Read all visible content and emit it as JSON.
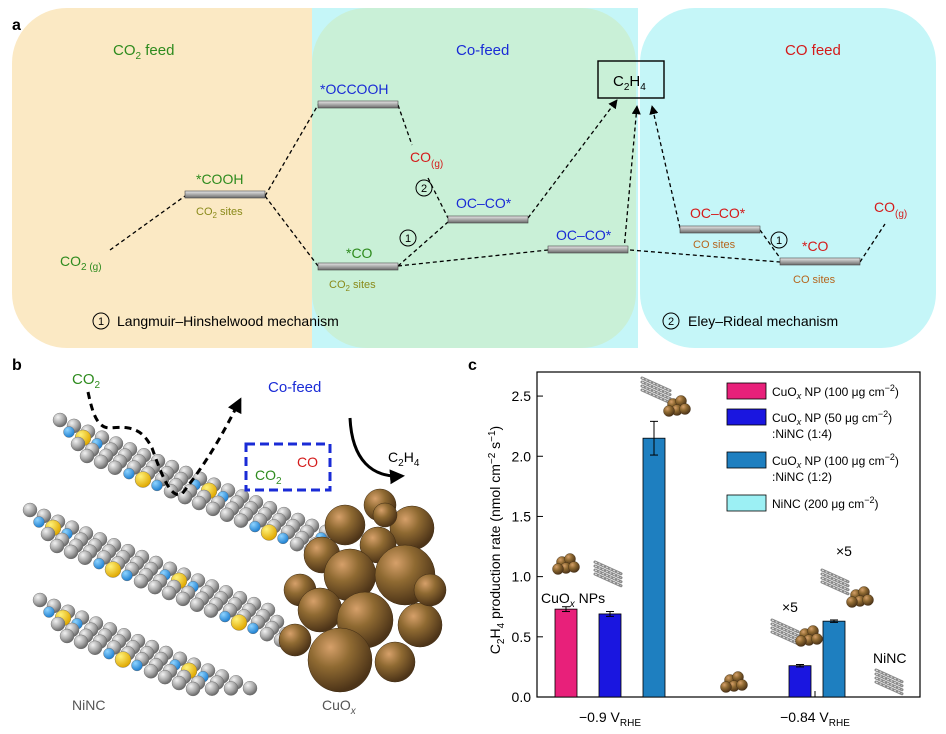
{
  "panel_a": {
    "label": "a",
    "regions": {
      "co2_feed": "CO",
      "co2_feed_sub": "2",
      "co2_feed_rest": " feed",
      "cofeed": "Co-feed",
      "co_feed": "CO feed"
    },
    "states": {
      "co2g_main": "CO",
      "co2g_sub": "2 (g)",
      "cooh": "*COOH",
      "cooh_sites_main": "CO",
      "cooh_sites_sub": "2",
      "cooh_sites_rest": " sites",
      "co_left": "*CO",
      "co_left_sites_main": "CO",
      "co_left_sites_sub": "2",
      "co_left_sites_rest": " sites",
      "occooh": "*OCCOOH",
      "cog_mid_main": "CO",
      "cog_mid_sub": "(g)",
      "oc_co_1": "OC–CO*",
      "oc_co_2": "OC–CO*",
      "c2h4_c": "C",
      "c2h4_2": "2",
      "c2h4_h": "H",
      "c2h4_4": "4",
      "oc_co_right": "OC–CO*",
      "oc_co_right_sites": "CO sites",
      "co_right": "*CO",
      "co_right_sites": "CO sites",
      "cog_right_main": "CO",
      "cog_right_sub": "(g)",
      "num1": "1",
      "num2": "2"
    },
    "mechanisms": {
      "lh_num": "1",
      "lh": "Langmuir–Hinshelwood mechanism",
      "er_num": "2",
      "er": "Eley–Rideal mechanism"
    },
    "colors": {
      "co2_region": "#fbe9c4",
      "cofeed_region": "#c9f0d7",
      "co_region": "#c5f6f8",
      "green": "#2e8b1e",
      "blue": "#1a2bd6",
      "red": "#d41b1b",
      "olive": "#8a8a1a",
      "brown": "#b5651d"
    }
  },
  "panel_b": {
    "label": "b",
    "co2_main": "CO",
    "co2_sub": "2",
    "cofeed": "Co-feed",
    "box_co2_main": "CO",
    "box_co2_sub": "2",
    "box_co": "CO",
    "c2h4_c": "C",
    "c2h4_2": "2",
    "c2h4_h": "H",
    "c2h4_4": "4",
    "ninc": "NiNC",
    "cuox_main": "CuO",
    "cuox_sub": "x"
  },
  "panel_c": {
    "label": "c",
    "cuox_nps_main": "CuO",
    "cuox_nps_sub": "x",
    "cuox_nps_rest": " NPs",
    "x5_a": "×5",
    "x5_b": "×5",
    "ninc_label": "NiNC",
    "legend": [
      {
        "pre": "CuO",
        "sub": "x",
        "post": " NP (100 μg cm",
        "sup": "−2",
        "end": ")",
        "line2": ""
      },
      {
        "pre": "CuO",
        "sub": "x",
        "post": " NP (50 μg cm",
        "sup": "−2",
        "end": ")",
        "line2": ":NiNC (1:4)"
      },
      {
        "pre": "CuO",
        "sub": "x",
        "post": " NP (100 μg cm",
        "sup": "−2",
        "end": ")",
        "line2": ":NiNC (1:2)"
      },
      {
        "pre": "NiNC (200 μg cm",
        "sub": "",
        "post": "",
        "sup": "−2",
        "end": ")",
        "line2": ""
      }
    ],
    "ylabel_parts": {
      "a": "C",
      "b": "2",
      "c": "H",
      "d": "4",
      "e": " production rate (nmol cm",
      "f": "−2",
      "g": " s",
      "h": "−1",
      "i": ")"
    },
    "xlabels": [
      {
        "main": "−0.9 V",
        "sub": "RHE"
      },
      {
        "main": "−0.84 V",
        "sub": "RHE"
      }
    ]
  },
  "chart_data": {
    "type": "bar",
    "categories": [
      "−0.9 VRHE",
      "−0.84 VRHE"
    ],
    "series": [
      {
        "name": "CuOx NP (100 μg cm−2)",
        "color": "#e8207a",
        "values": [
          0.73,
          null
        ],
        "errors": [
          0.02,
          0
        ]
      },
      {
        "name": "CuOx NP (50 μg cm−2):NiNC (1:4)",
        "color": "#1a16e0",
        "values": [
          0.69,
          0.26
        ],
        "errors": [
          0.02,
          0.01
        ]
      },
      {
        "name": "CuOx NP (100 μg cm−2):NiNC (1:2)",
        "color": "#1e7fc0",
        "values": [
          2.15,
          0.63
        ],
        "errors": [
          0.14,
          0.01
        ]
      },
      {
        "name": "NiNC (200 μg cm−2)",
        "color": "#9cf0f4",
        "values": [
          null,
          null
        ],
        "errors": [
          0,
          0
        ]
      }
    ],
    "ylim": [
      0,
      2.7
    ],
    "yticks": [
      0,
      0.5,
      1.0,
      1.5,
      2.0,
      2.5
    ],
    "ytick_labels": [
      "0.0",
      "0.5",
      "1.0",
      "1.5",
      "2.0",
      "2.5"
    ]
  }
}
